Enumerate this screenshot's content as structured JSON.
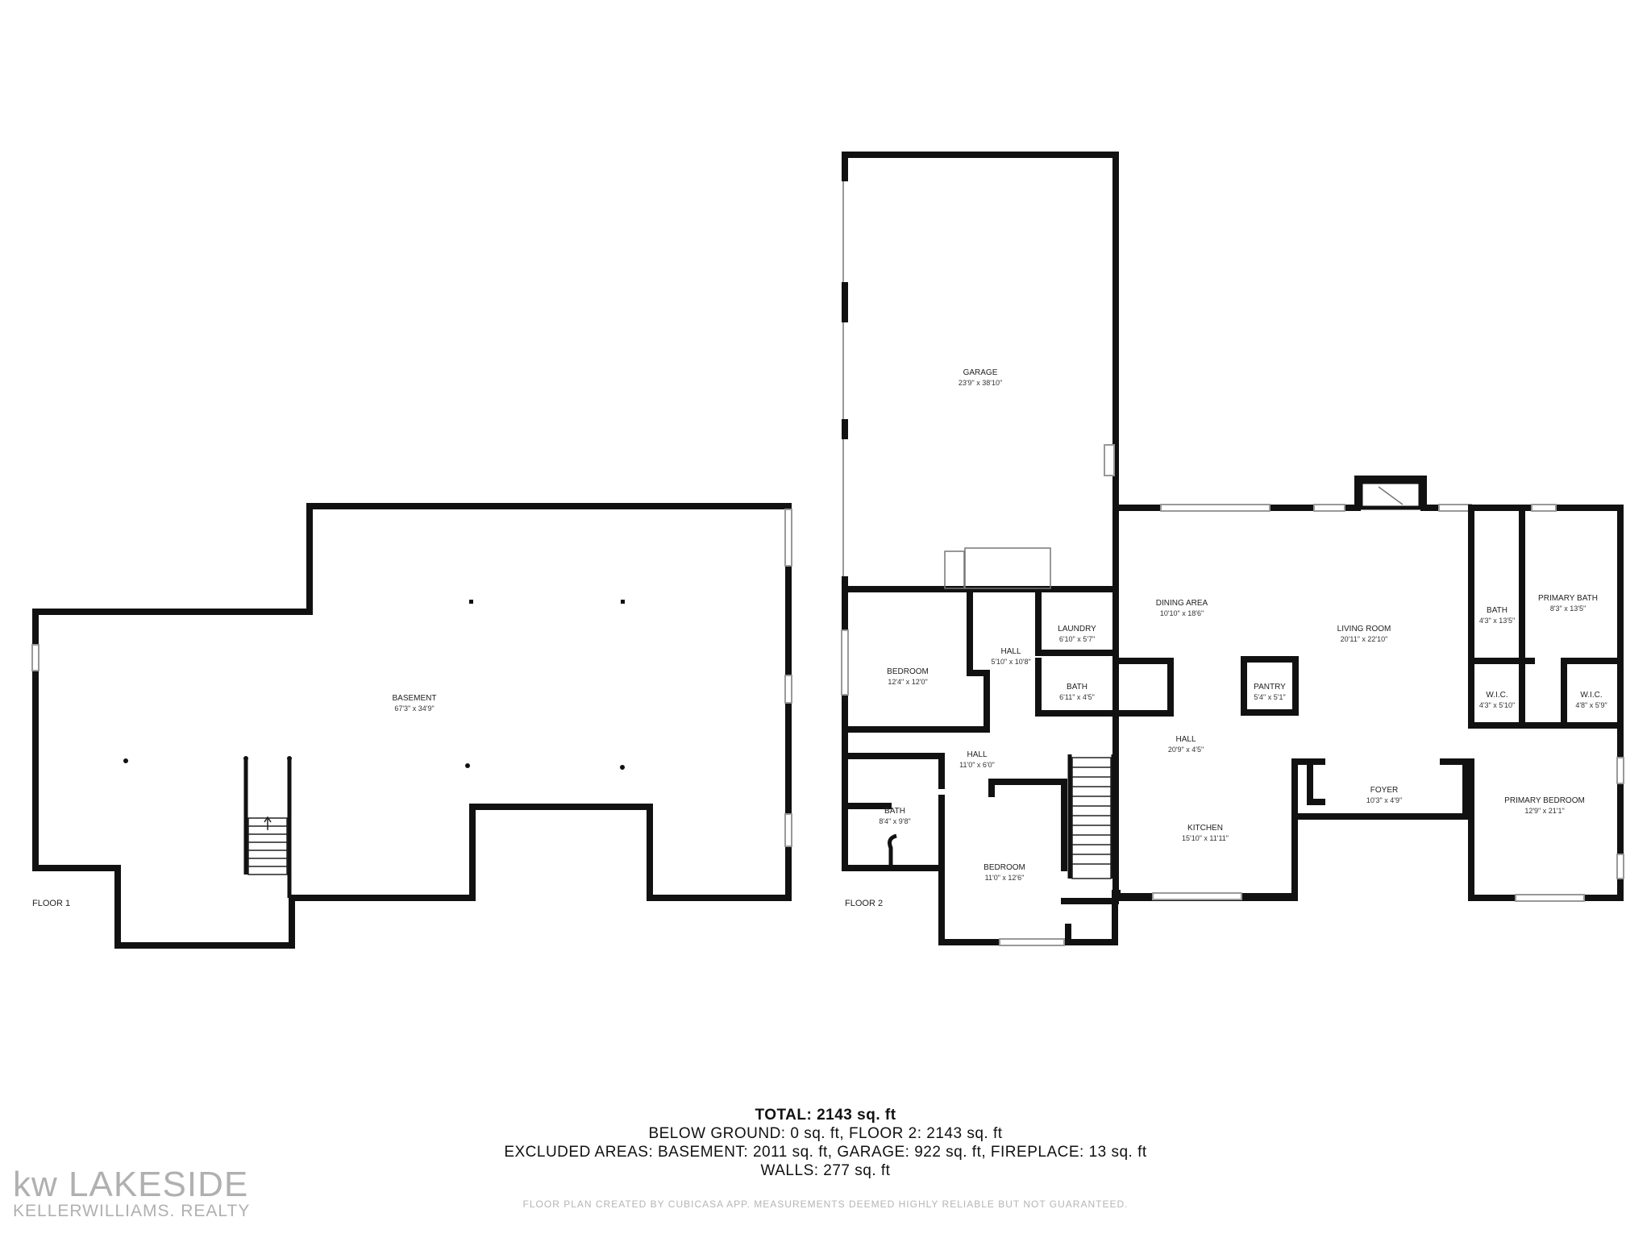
{
  "floors": [
    {
      "label": "FLOOR 1",
      "rooms": [
        {
          "name": "BASEMENT",
          "dims": "67'3\" x 34'9\""
        }
      ]
    },
    {
      "label": "FLOOR 2",
      "rooms": [
        {
          "name": "GARAGE",
          "dims": "23'9\" x 38'10\""
        },
        {
          "name": "BEDROOM",
          "dims": "12'4\" x 12'0\""
        },
        {
          "name": "HALL",
          "dims": "5'10\" x 10'8\""
        },
        {
          "name": "LAUNDRY",
          "dims": "6'10\" x 5'7\""
        },
        {
          "name": "BATH",
          "dims": "6'11\" x 4'5\""
        },
        {
          "name": "HALL",
          "dims": "11'0\" x 6'0\""
        },
        {
          "name": "BATH",
          "dims": "8'4\" x 9'8\""
        },
        {
          "name": "BEDROOM",
          "dims": "11'0\" x 12'6\""
        },
        {
          "name": "DINING AREA",
          "dims": "10'10\" x 18'6\""
        },
        {
          "name": "LIVING ROOM",
          "dims": "20'11\" x 22'10\""
        },
        {
          "name": "PANTRY",
          "dims": "5'4\" x 5'1\""
        },
        {
          "name": "HALL",
          "dims": "20'9\" x 4'5\""
        },
        {
          "name": "KITCHEN",
          "dims": "15'10\" x 11'11\""
        },
        {
          "name": "FOYER",
          "dims": "10'3\" x 4'9\""
        },
        {
          "name": "BATH",
          "dims": "4'3\" x 13'5\""
        },
        {
          "name": "PRIMARY BATH",
          "dims": "8'3\" x 13'5\""
        },
        {
          "name": "W.I.C.",
          "dims": "4'3\" x 5'10\""
        },
        {
          "name": "W.I.C.",
          "dims": "4'8\" x 5'9\""
        },
        {
          "name": "PRIMARY BEDROOM",
          "dims": "12'9\" x 21'1\""
        }
      ]
    }
  ],
  "summary": {
    "total": "TOTAL: 2143 sq. ft",
    "below_ground": "BELOW GROUND: 0 sq. ft, FLOOR 2: 2143 sq. ft",
    "excluded": "EXCLUDED AREAS: BASEMENT: 2011 sq. ft, GARAGE: 922 sq. ft, FIREPLACE: 13 sq. ft",
    "walls": "WALLS: 277 sq. ft"
  },
  "disclaimer": "FLOOR PLAN CREATED BY CUBICASA APP. MEASUREMENTS DEEMED HIGHLY RELIABLE BUT NOT GUARANTEED.",
  "logo": {
    "line1": "kw LAKESIDE",
    "line2": "KELLERWILLIAMS. REALTY"
  }
}
